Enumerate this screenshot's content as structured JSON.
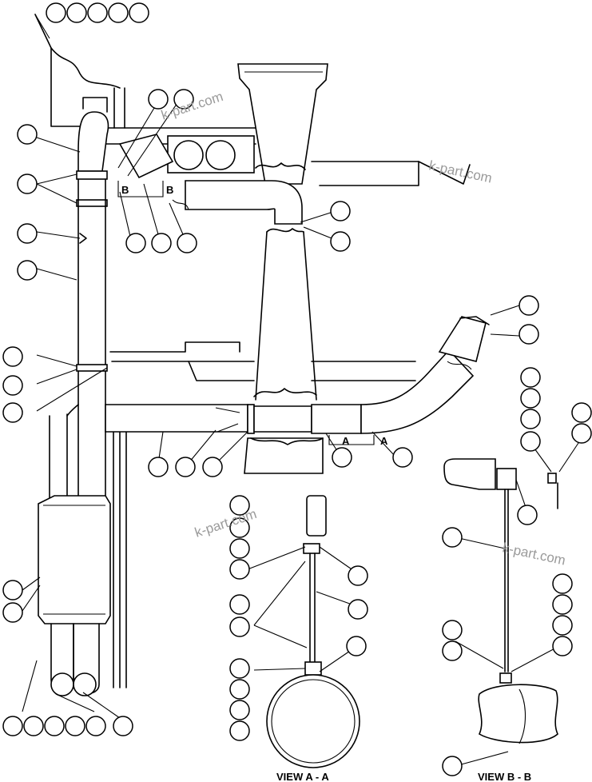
{
  "labels": {
    "view_a": "VIEW A - A",
    "view_b": "VIEW B - B",
    "section_a": "A",
    "section_b": "B"
  },
  "watermark": "k-part.com",
  "colors": {
    "line": "#000000",
    "background": "#ffffff",
    "watermark": "#9a9a9a"
  }
}
